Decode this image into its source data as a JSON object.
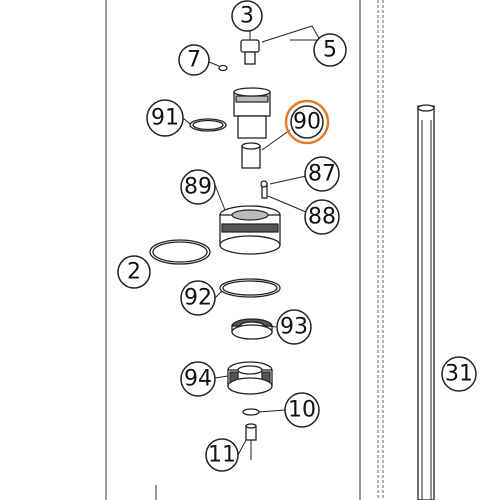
{
  "callouts": {
    "c3": "3",
    "c5": "5",
    "c7": "7",
    "c91": "91",
    "c90": "90",
    "c87": "87",
    "c89": "89",
    "c88": "88",
    "c2": "2",
    "c92": "92",
    "c93": "93",
    "c94": "94",
    "c31": "31",
    "c10": "10",
    "c11": "11"
  },
  "colors": {
    "highlight": "#e07b2a",
    "ink": "#222222"
  }
}
